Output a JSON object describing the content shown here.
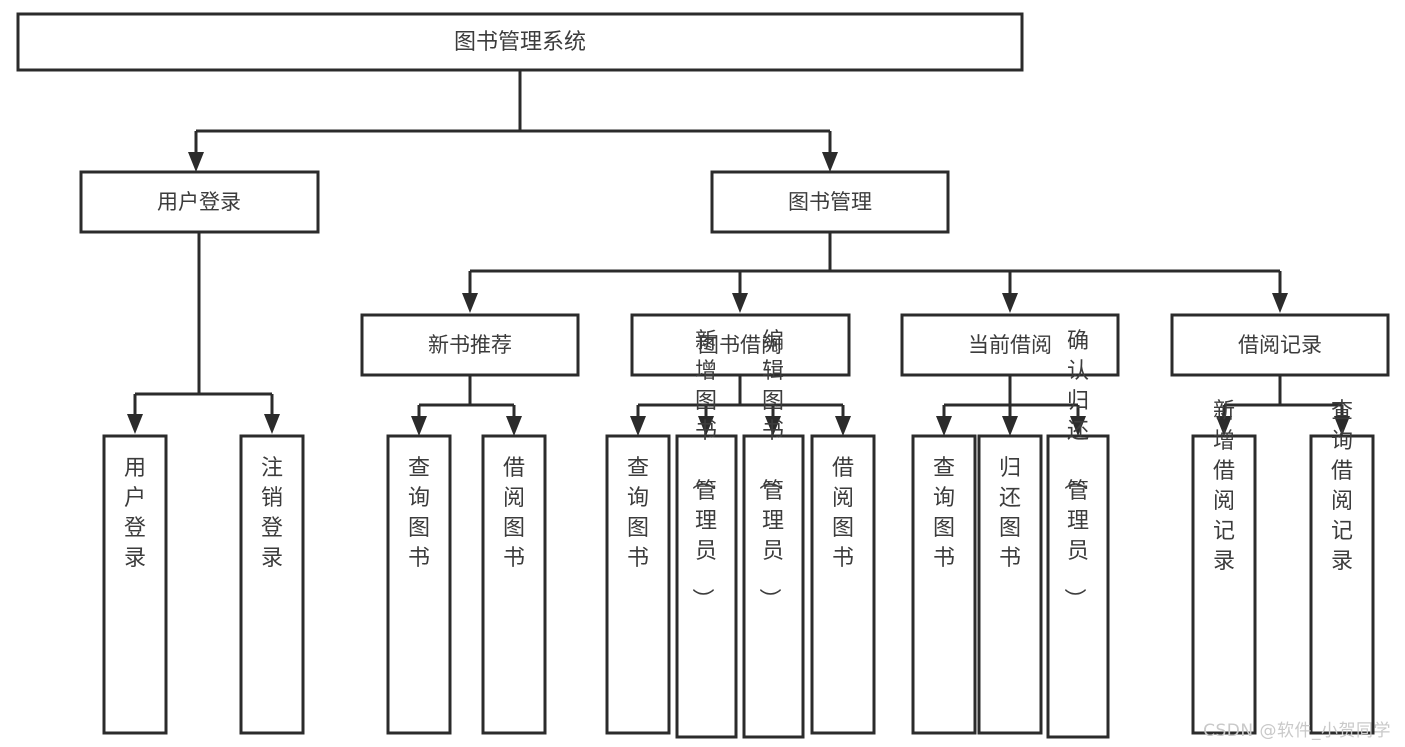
{
  "diagram": {
    "title": "图书管理系统",
    "type": "tree-hierarchy",
    "orientation": "top-down",
    "root": {
      "id": "root",
      "label": "图书管理系统"
    },
    "level2": [
      {
        "id": "login",
        "label": "用户登录"
      },
      {
        "id": "bookmgmt",
        "label": "图书管理"
      }
    ],
    "level3": [
      {
        "id": "newbook",
        "label": "新书推荐",
        "parent": "bookmgmt"
      },
      {
        "id": "borrow",
        "label": "图书借阅",
        "parent": "bookmgmt"
      },
      {
        "id": "current",
        "label": "当前借阅",
        "parent": "bookmgmt"
      },
      {
        "id": "record",
        "label": "借阅记录",
        "parent": "bookmgmt"
      }
    ],
    "leaves": {
      "login": [
        {
          "id": "leaf-user-login",
          "label": "用户登录"
        },
        {
          "id": "leaf-user-logout",
          "label": "注销登录"
        }
      ],
      "newbook": [
        {
          "id": "leaf-nb-query",
          "label": "查询图书"
        },
        {
          "id": "leaf-nb-borrow",
          "label": "借阅图书"
        }
      ],
      "borrow": [
        {
          "id": "leaf-bw-query",
          "label": "查询图书"
        },
        {
          "id": "leaf-bw-add",
          "label": "新增图书（管理员）"
        },
        {
          "id": "leaf-bw-edit",
          "label": "编辑图书（管理员）"
        },
        {
          "id": "leaf-bw-borrow",
          "label": "借阅图书"
        }
      ],
      "current": [
        {
          "id": "leaf-cur-query",
          "label": "查询图书"
        },
        {
          "id": "leaf-cur-return",
          "label": "归还图书"
        },
        {
          "id": "leaf-cur-confirm",
          "label": "确认归还（管理员）"
        }
      ],
      "record": [
        {
          "id": "leaf-rec-add",
          "label": "新增借阅记录"
        },
        {
          "id": "leaf-rec-query",
          "label": "查询借阅记录"
        }
      ]
    }
  },
  "style": {
    "box_fill": "#ffffff",
    "box_stroke": "#2b2b2b",
    "text_color": "#3c3c3c",
    "watermark_color": "#c9c9c9",
    "page_background": "#ffffff"
  },
  "watermark": {
    "text": "CSDN @软件_小贺同学"
  }
}
